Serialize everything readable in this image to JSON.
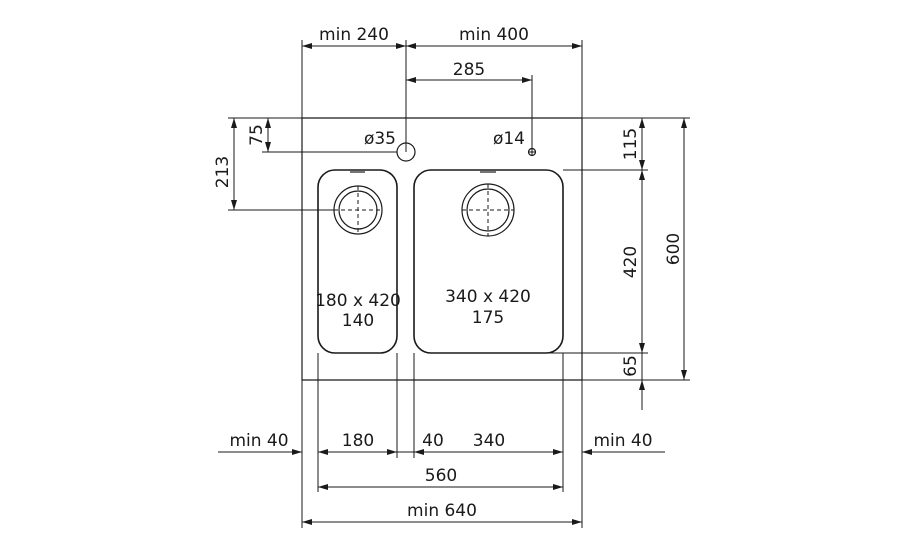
{
  "labels": {
    "min_240": "min 240",
    "min_400": "min 400",
    "d285": "285",
    "d75": "75",
    "d213": "213",
    "hole35": "ø35",
    "hole14": "ø14",
    "d115": "115",
    "d600": "600",
    "d420": "420",
    "d65": "65",
    "small_bowl_size": "180 x 420",
    "small_bowl_depth": "140",
    "big_bowl_size": "340 x 420",
    "big_bowl_depth": "175",
    "min_40_left": "min 40",
    "d180": "180",
    "d40": "40",
    "d340": "340",
    "min_40_right": "min 40",
    "d560": "560",
    "min_640": "min 640"
  }
}
